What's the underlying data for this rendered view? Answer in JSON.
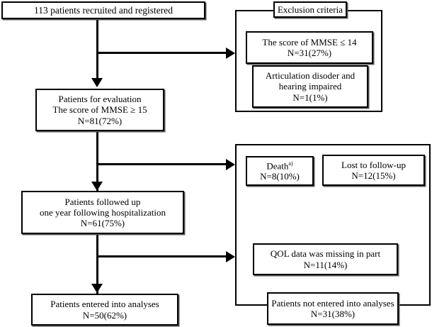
{
  "figure": {
    "type": "study-flow-diagram",
    "title": "Patient recruitment and analysis flow"
  },
  "nodes": {
    "recruited": {
      "lines": [
        "113 patients recruited and registered"
      ]
    },
    "evaluation": {
      "lines": [
        "Patients for evaluation",
        "The score of MMSE ≥ 15",
        "N=81(72%)"
      ]
    },
    "followed_up": {
      "lines": [
        "Patients followed up",
        "one year following hospitalization",
        "N=61(75%)"
      ]
    },
    "entered": {
      "lines": [
        "Patients entered into analyses",
        "N=50(62%)"
      ]
    },
    "exclusion_group_label": {
      "lines": [
        "Exclusion criteria"
      ]
    },
    "mmse_low": {
      "lines": [
        "The score of MMSE ≤ 14",
        "N=31(27%)"
      ]
    },
    "articulation": {
      "lines": [
        "Articulation disoder and",
        "hearing impaired",
        "N=1(1%)"
      ]
    },
    "death": {
      "lines": [
        "Death",
        "N=8(10%)"
      ],
      "superscript": "a)"
    },
    "lost": {
      "lines": [
        "Lost to follow-up",
        "N=12(15%)"
      ]
    },
    "qol_missing": {
      "lines": [
        "QOL data was missing in part",
        "N=11(14%)"
      ]
    },
    "not_entered": {
      "lines": [
        "Patients not entered into analyses",
        "N=31(38%)"
      ]
    }
  },
  "colors": {
    "stroke": "#000000",
    "fill": "#ffffff",
    "shadow": "#5a5a5a"
  }
}
